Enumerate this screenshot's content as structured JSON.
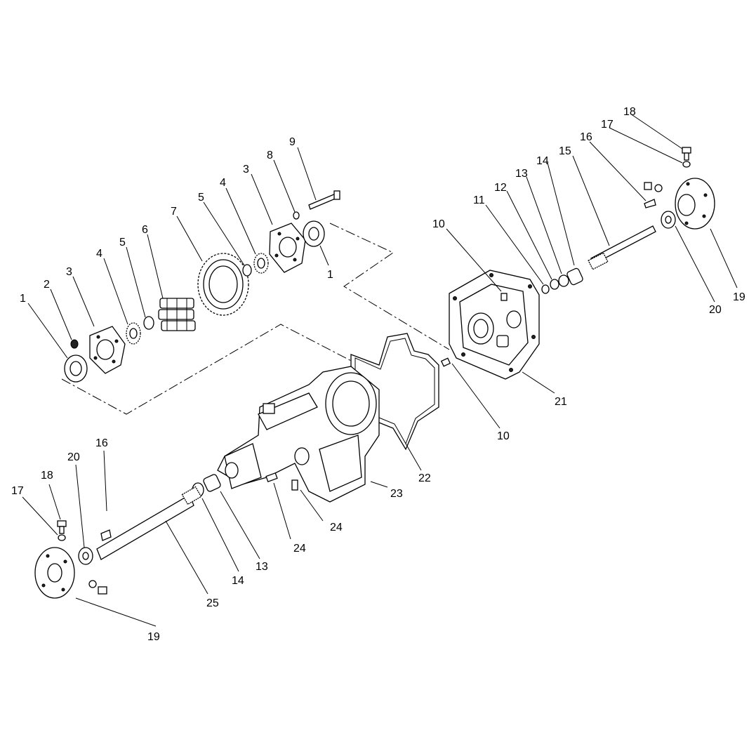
{
  "callouts": [
    {
      "id": "c-1a",
      "text": "1"
    },
    {
      "id": "c-2",
      "text": "2"
    },
    {
      "id": "c-3a",
      "text": "3"
    },
    {
      "id": "c-4a",
      "text": "4"
    },
    {
      "id": "c-5a",
      "text": "5"
    },
    {
      "id": "c-6",
      "text": "6"
    },
    {
      "id": "c-7",
      "text": "7"
    },
    {
      "id": "c-5b",
      "text": "5"
    },
    {
      "id": "c-4b",
      "text": "4"
    },
    {
      "id": "c-3b",
      "text": "3"
    },
    {
      "id": "c-8",
      "text": "8"
    },
    {
      "id": "c-9",
      "text": "9"
    },
    {
      "id": "c-1b",
      "text": "1"
    },
    {
      "id": "c-10a",
      "text": "10"
    },
    {
      "id": "c-11",
      "text": "11"
    },
    {
      "id": "c-12",
      "text": "12"
    },
    {
      "id": "c-13a",
      "text": "13"
    },
    {
      "id": "c-14a",
      "text": "14"
    },
    {
      "id": "c-15",
      "text": "15"
    },
    {
      "id": "c-16a",
      "text": "16"
    },
    {
      "id": "c-17a",
      "text": "17"
    },
    {
      "id": "c-18a",
      "text": "18"
    },
    {
      "id": "c-19a",
      "text": "19"
    },
    {
      "id": "c-20a",
      "text": "20"
    },
    {
      "id": "c-21",
      "text": "21"
    },
    {
      "id": "c-10b",
      "text": "10"
    },
    {
      "id": "c-22",
      "text": "22"
    },
    {
      "id": "c-23",
      "text": "23"
    },
    {
      "id": "c-24a",
      "text": "24"
    },
    {
      "id": "c-24b",
      "text": "24"
    },
    {
      "id": "c-16b",
      "text": "16"
    },
    {
      "id": "c-20b",
      "text": "20"
    },
    {
      "id": "c-18b",
      "text": "18"
    },
    {
      "id": "c-17b",
      "text": "17"
    },
    {
      "id": "c-13b",
      "text": "13"
    },
    {
      "id": "c-14b",
      "text": "14"
    },
    {
      "id": "c-25",
      "text": "25"
    },
    {
      "id": "c-19b",
      "text": "19"
    }
  ]
}
